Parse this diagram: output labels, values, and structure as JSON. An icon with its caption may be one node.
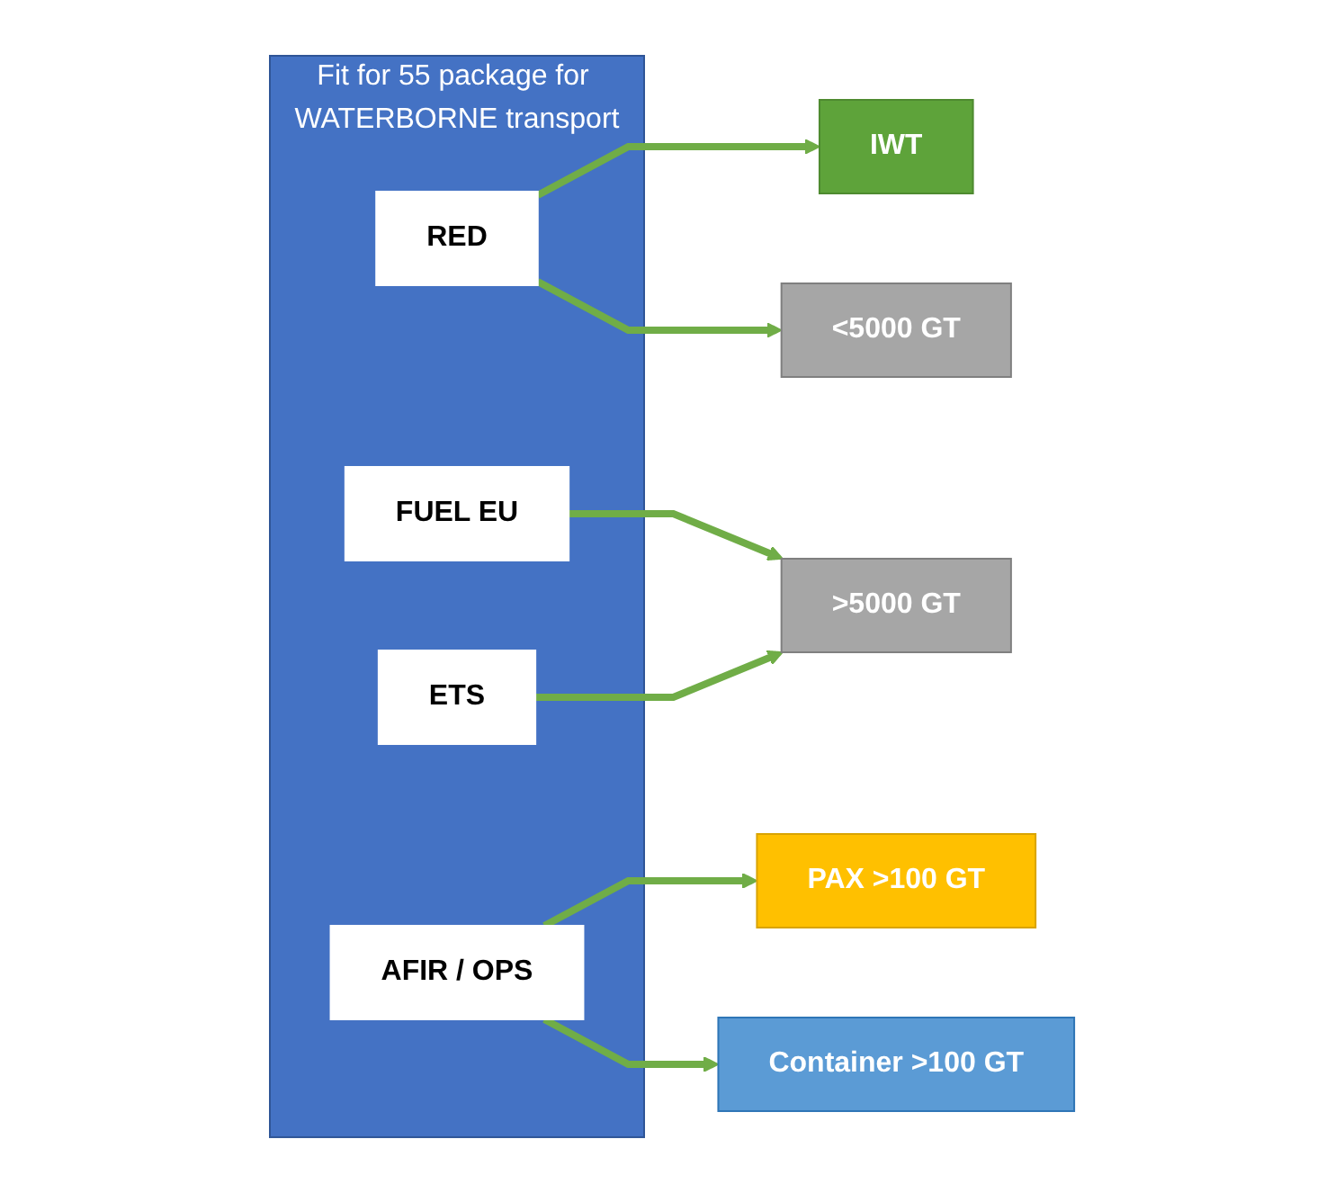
{
  "diagram": {
    "nodes": [
      {
        "text": [
          "Fit for 55 package for WATERBORNE transport"
        ]
      },
      {
        "text": [
          "RED"
        ],
        "in": 0
      },
      {
        "text": [
          "FUEL EU"
        ],
        "in": 0
      },
      {
        "text": [
          "ETS"
        ],
        "in": 0
      },
      {
        "text": [
          "AFIR / OPS"
        ],
        "in": 0
      },
      {
        "text": [
          "IWT"
        ]
      },
      {
        "text": [
          "<5000 GT"
        ]
      },
      {
        "text": [
          ">5000 GT"
        ]
      },
      {
        "text": [
          "PAX >100 GT"
        ]
      },
      {
        "text": [
          "Container >100 GT"
        ]
      }
    ],
    "edges": [
      {
        "from": 1,
        "to": 5,
        "arrow": "to"
      },
      {
        "from": 1,
        "to": 6,
        "arrow": "to"
      },
      {
        "from": 2,
        "to": 7,
        "arrow": "to"
      },
      {
        "from": 3,
        "to": 7,
        "arrow": "to"
      },
      {
        "from": 4,
        "to": 8,
        "arrow": "to"
      },
      {
        "from": 4,
        "to": 9,
        "arrow": "to"
      }
    ]
  }
}
